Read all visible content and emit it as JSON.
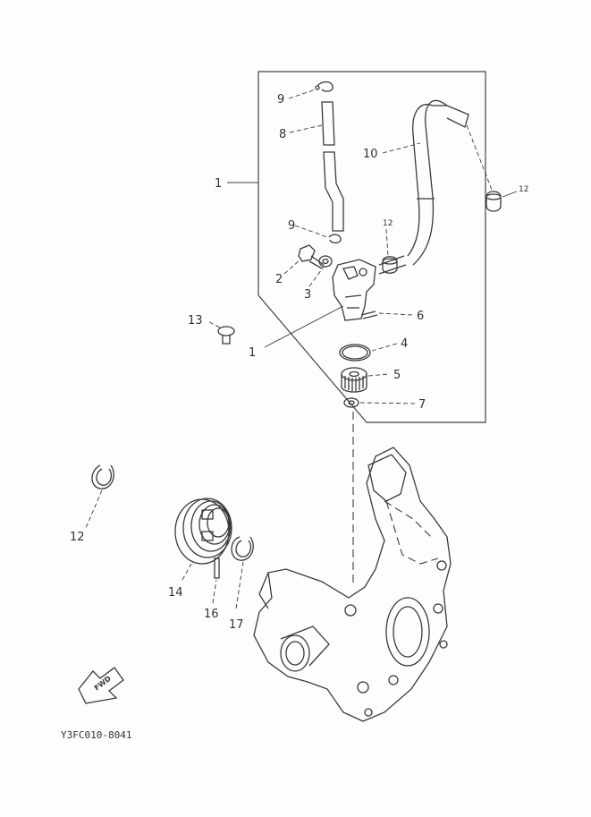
{
  "diagram": {
    "drawing_code": "Y3FC010-8041",
    "fwd_arrow_label": "FWD",
    "callouts": {
      "c1_box": "1",
      "c1_lower": "1",
      "c2": "2",
      "c3": "3",
      "c4": "4",
      "c5": "5",
      "c6": "6",
      "c7": "7",
      "c8": "8",
      "c9_top": "9",
      "c9_mid": "9",
      "c10": "10",
      "c12_right": "12",
      "c12_mid": "12",
      "c12_left": "12",
      "c13": "13",
      "c14": "14",
      "c16": "16",
      "c17": "17"
    }
  }
}
